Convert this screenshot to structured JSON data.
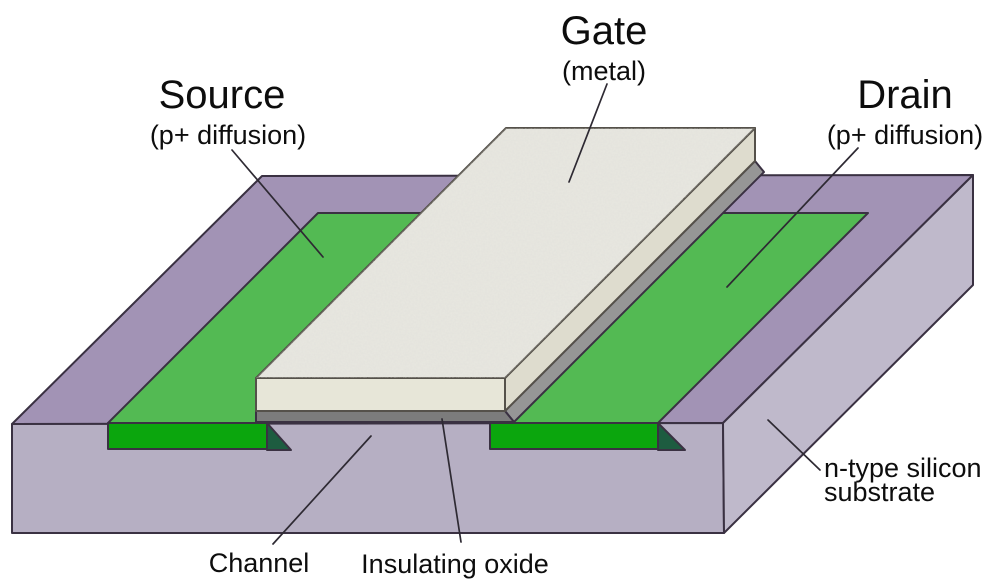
{
  "labels": {
    "source_title": "Source",
    "source_subtitle": "(p+ diffusion)",
    "gate_title": "Gate",
    "gate_subtitle": "(metal)",
    "drain_title": "Drain",
    "drain_subtitle": "(p+ diffusion)",
    "substrate_line1": "n-type silicon",
    "substrate_line2": "substrate",
    "channel": "Channel",
    "insulating_oxide": "Insulating oxide"
  },
  "colors": {
    "background": "#ffffff",
    "substrate_top": "#a293b5",
    "substrate_front": "#b6afc3",
    "substrate_side": "#bfb9cb",
    "diffusion_top": "#53ba53",
    "diffusion_front": "#0ba60d",
    "diffusion_shadow": "#1d5c40",
    "gate_top": "#e9e8e1",
    "gate_front": "#e7e6d8",
    "gate_side": "#dedcce",
    "oxide_front": "#7c7c7c",
    "oxide_side": "#969696",
    "outline": "#3a3142",
    "gate_outline": "#55514a",
    "leader_line": "#2e2a33",
    "text": "#0d0d0d"
  }
}
